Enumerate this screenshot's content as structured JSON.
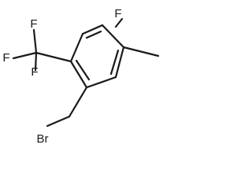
{
  "molecule": {
    "atoms": [
      {
        "id": "f_top",
        "symbol": "F"
      },
      {
        "id": "f_cf3_1",
        "symbol": "F"
      },
      {
        "id": "f_cf3_2",
        "symbol": "F"
      },
      {
        "id": "f_cf3_3",
        "symbol": "F"
      },
      {
        "id": "br",
        "symbol": "Br"
      }
    ],
    "substituents": {
      "ring_fluorine": "F",
      "trifluoromethyl": [
        "F",
        "F",
        "F"
      ],
      "methyl": "",
      "bromomethyl": "Br"
    }
  },
  "colors": {
    "bond": "#1a1a1a",
    "label": "#1a1a1a",
    "background": "#ffffff"
  }
}
